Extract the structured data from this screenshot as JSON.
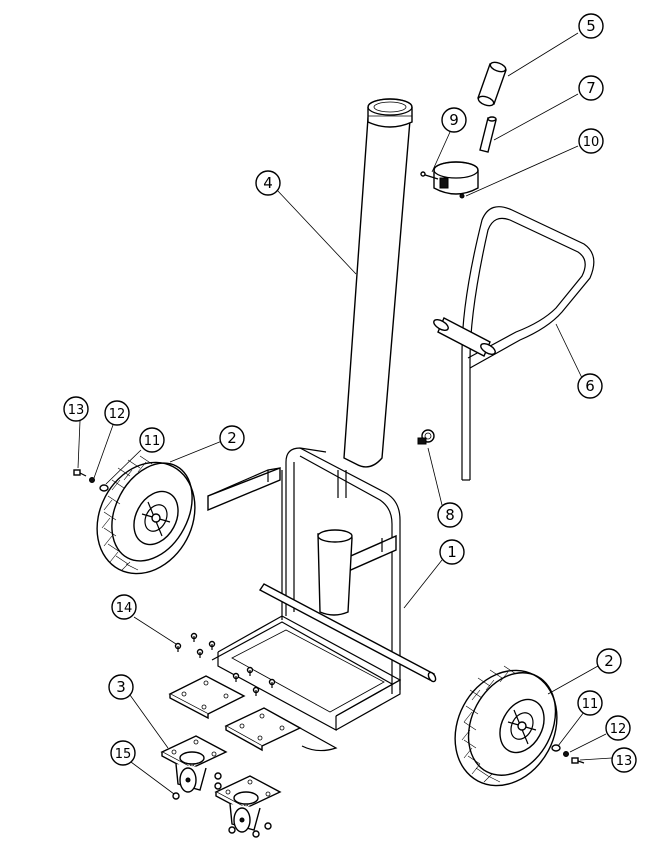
{
  "diagram": {
    "callouts": [
      {
        "id": "c5",
        "label": "5"
      },
      {
        "id": "c7",
        "label": "7"
      },
      {
        "id": "c9",
        "label": "9"
      },
      {
        "id": "c10",
        "label": "10"
      },
      {
        "id": "c4",
        "label": "4"
      },
      {
        "id": "c6",
        "label": "6"
      },
      {
        "id": "c13a",
        "label": "13"
      },
      {
        "id": "c12a",
        "label": "12"
      },
      {
        "id": "c11a",
        "label": "11"
      },
      {
        "id": "c2a",
        "label": "2"
      },
      {
        "id": "c8",
        "label": "8"
      },
      {
        "id": "c1",
        "label": "1"
      },
      {
        "id": "c14",
        "label": "14"
      },
      {
        "id": "c3",
        "label": "3"
      },
      {
        "id": "c2b",
        "label": "2"
      },
      {
        "id": "c11b",
        "label": "11"
      },
      {
        "id": "c12b",
        "label": "12"
      },
      {
        "id": "c13b",
        "label": "13"
      },
      {
        "id": "c15",
        "label": "15"
      }
    ]
  }
}
